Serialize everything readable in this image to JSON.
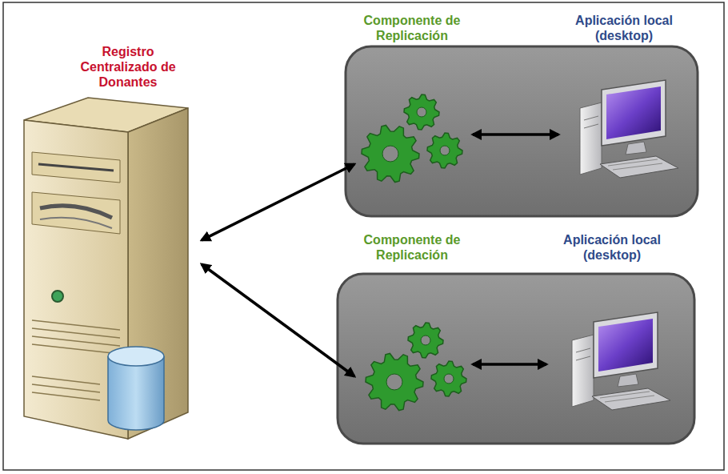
{
  "diagram": {
    "nodes": [
      {
        "text": [
          "Registro Centralizado de Donantes"
        ]
      },
      {
        "text": [
          "Componente de Replicación"
        ]
      },
      {
        "text": [
          "Aplicación local (desktop)"
        ]
      },
      {
        "text": [
          "Componente de Replicación"
        ]
      },
      {
        "text": [
          "Aplicación local (desktop)"
        ]
      }
    ],
    "edges": [
      {
        "from": 0,
        "to": 1,
        "arrow": "both"
      },
      {
        "from": 1,
        "to": 2,
        "arrow": "both"
      },
      {
        "from": 0,
        "to": 3,
        "arrow": "both"
      },
      {
        "from": 3,
        "to": 4,
        "arrow": "both"
      }
    ]
  }
}
